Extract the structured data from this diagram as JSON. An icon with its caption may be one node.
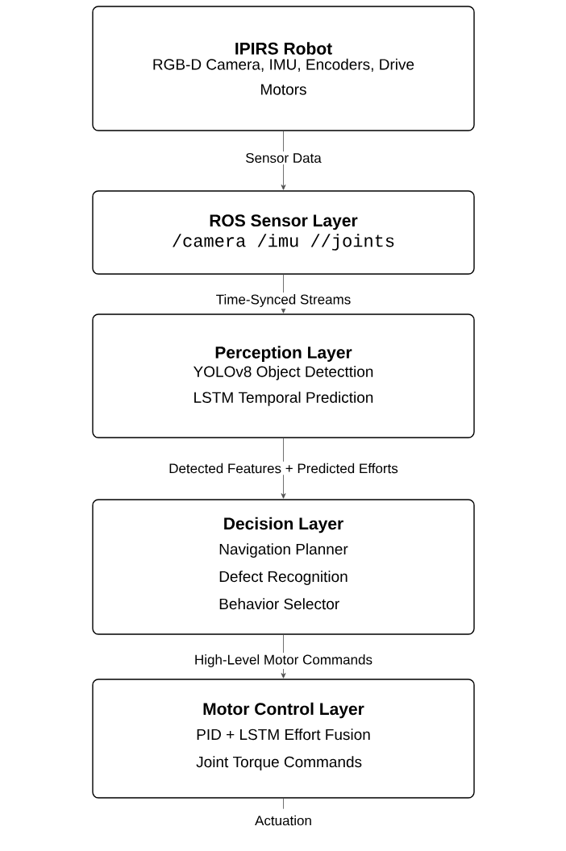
{
  "diagram": {
    "nodes": [
      {
        "text": [
          "IPIRS Robot",
          "RGB-D Camera, IMU, Encoders, Drive Motors"
        ]
      },
      {
        "text": [
          "ROS Sensor Layer",
          "/camera /imu //joints"
        ]
      },
      {
        "text": [
          "Perception Layer",
          "YOLOv8 Object Detecttion",
          "LSTM Temporal Prediction"
        ]
      },
      {
        "text": [
          "Decision Layer",
          "Navigation Planner",
          "Defect Recognition",
          "Behavior Selector"
        ]
      },
      {
        "text": [
          "Motor Control Layer",
          "PID + LSTM Effort Fusion",
          "Joint Torque Commands"
        ]
      }
    ],
    "edges": [
      {
        "from": 0,
        "to": 1,
        "arrow": "to",
        "label": "Sensor Data"
      },
      {
        "from": 1,
        "to": 2,
        "arrow": "to",
        "label": "Time-Synced Streams"
      },
      {
        "from": 2,
        "to": 3,
        "arrow": "to",
        "label": "Detected Features + Predicted Efforts"
      },
      {
        "from": 3,
        "to": 4,
        "arrow": "to",
        "label": "High-Level Motor Commands"
      },
      {
        "from": 4,
        "to": null,
        "arrow": "none",
        "label": "Actuation"
      }
    ]
  }
}
